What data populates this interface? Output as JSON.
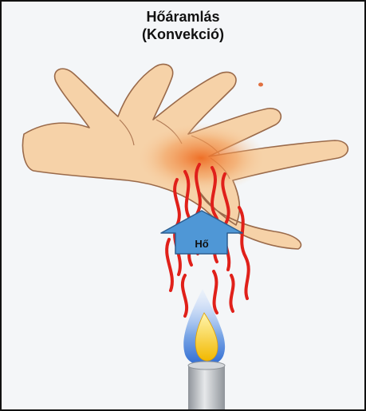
{
  "title": {
    "line1": "Hőáramlás",
    "line2": "(Konvekció)"
  },
  "arrow": {
    "label": "Hő"
  },
  "colors": {
    "background": "#f4f6f8",
    "hand_skin": "#f6d2a8",
    "hand_outline": "#9a6a4a",
    "heat_glow": "#f08030",
    "heat_waves": "#e0201a",
    "arrow_fill": "#4f97d6",
    "flame_outer": "#7aa6e6",
    "flame_inner": "#ffe04a",
    "burner": "#bfc3c8"
  },
  "icons": {
    "hand": "hand-illustration",
    "flame": "flame-icon",
    "arrow": "up-arrow-icon",
    "burner": "burner-pipe"
  }
}
